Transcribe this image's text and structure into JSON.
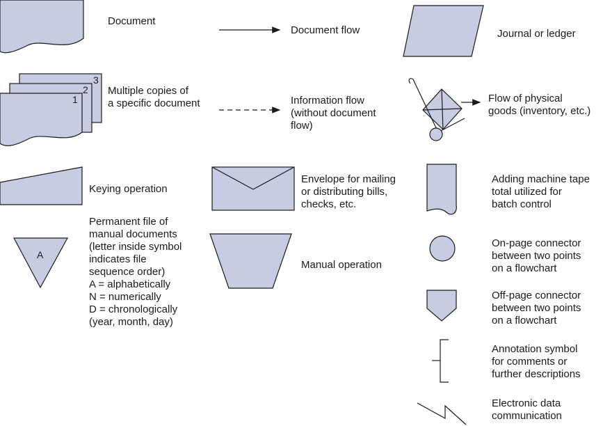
{
  "labels": {
    "document": "Document",
    "document_flow": "Document flow",
    "journal": "Journal or ledger",
    "multiple_copies": "Multiple copies of\na specific document",
    "information_flow": "Information flow\n(without document\nflow)",
    "physical_goods": "Flow of physical\ngoods (inventory, etc.)",
    "keying": "Keying operation",
    "envelope": "Envelope for mailing\nor distributing bills,\nchecks, etc.",
    "adding_tape": "Adding machine tape\ntotal utilized for\nbatch control",
    "permanent_file": "Permanent file of\nmanual documents\n(letter inside symbol\nindicates file\nsequence order)\nA = alphabetically\nN = numerically\nD = chronologically\n      (year, month, day)",
    "manual_operation": "Manual operation",
    "on_page": "On-page connector\nbetween two points\non a flowchart",
    "off_page": "Off-page connector\nbetween two points\non a flowchart",
    "annotation": "Annotation symbol\nfor comments or\nfurther descriptions",
    "electronic": "Electronic data\ncommunication"
  },
  "symbol_text": {
    "copy_numbers": [
      "1",
      "2",
      "3"
    ],
    "file_letter": "A"
  },
  "colors": {
    "symbol_fill": "#c8cce2",
    "stroke": "#1a1a1a"
  }
}
